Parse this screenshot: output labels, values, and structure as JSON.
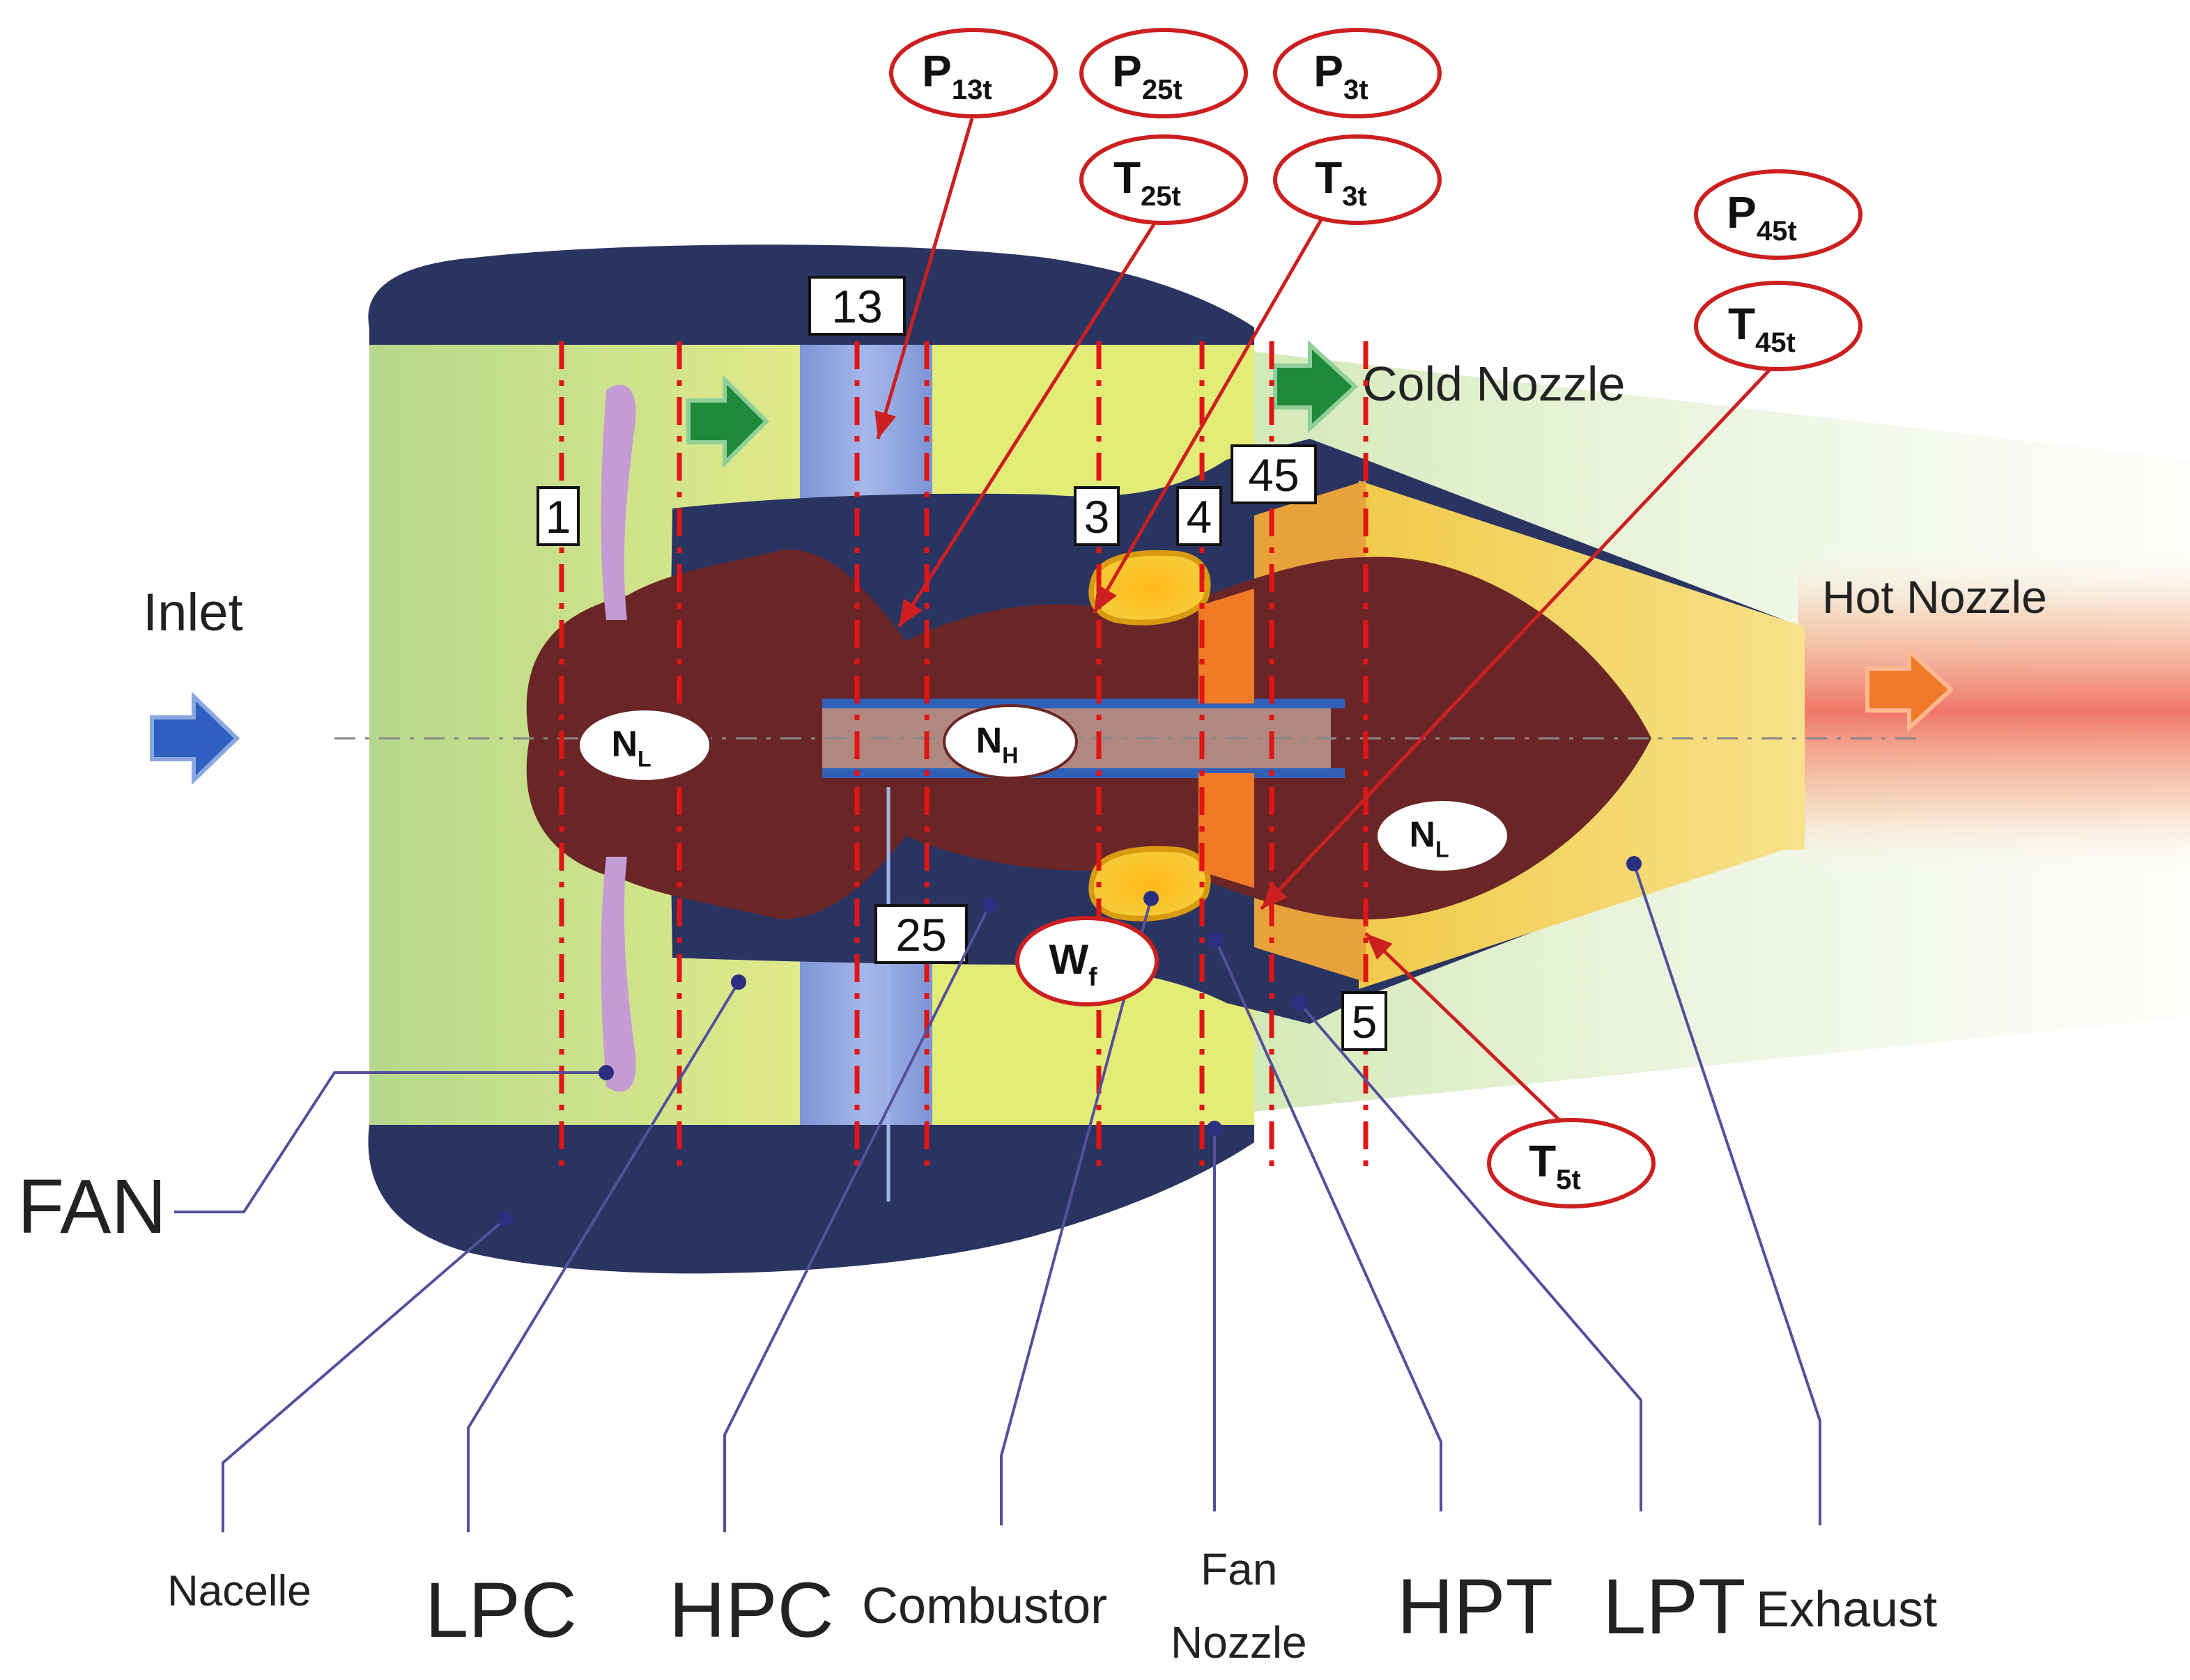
{
  "colors": {
    "nacelle": "#2a3461",
    "core": "#6a2626",
    "fan_duct": "#cfe07a",
    "bypass_band": "#8ea3dd",
    "station_line": "#e01515",
    "sensor_outline": "#cc1f1f",
    "leader": "#54509a",
    "inlet_arrow": "#2f5fc0",
    "cold_arrow": "#1e8a3a",
    "hot_arrow": "#f07a2a",
    "hot_plume": "#f07a6a",
    "cold_plume": "#d8eac0",
    "exhaust_cone": "#f4c84a"
  },
  "flow_labels": {
    "inlet": "Inlet",
    "cold_nozzle": "Cold Nozzle",
    "hot_nozzle": "Hot Nozzle"
  },
  "icons": {
    "inlet_arrow": "arrow-right-icon",
    "bypass_arrow": "arrow-right-icon",
    "cold_nozzle_arrow": "arrow-right-icon",
    "hot_nozzle_arrow": "arrow-right-icon"
  },
  "stations": [
    {
      "id": "s1",
      "label": "1"
    },
    {
      "id": "s13",
      "label": "13"
    },
    {
      "id": "s25",
      "label": "25"
    },
    {
      "id": "s3",
      "label": "3"
    },
    {
      "id": "s4",
      "label": "4"
    },
    {
      "id": "s45",
      "label": "45"
    },
    {
      "id": "s5",
      "label": "5"
    }
  ],
  "sensors": [
    {
      "id": "p13t",
      "main": "P",
      "sub": "13t"
    },
    {
      "id": "p25t",
      "main": "P",
      "sub": "25t"
    },
    {
      "id": "p3t",
      "main": "P",
      "sub": "3t"
    },
    {
      "id": "t25t",
      "main": "T",
      "sub": "25t"
    },
    {
      "id": "t3t",
      "main": "T",
      "sub": "3t"
    },
    {
      "id": "p45t",
      "main": "P",
      "sub": "45t"
    },
    {
      "id": "t45t",
      "main": "T",
      "sub": "45t"
    },
    {
      "id": "t5t",
      "main": "T",
      "sub": "5t"
    },
    {
      "id": "wf",
      "main": "W",
      "sub": "f"
    },
    {
      "id": "nl_front",
      "main": "N",
      "sub": "L"
    },
    {
      "id": "nh",
      "main": "N",
      "sub": "H"
    },
    {
      "id": "nl_rear",
      "main": "N",
      "sub": "L"
    }
  ],
  "components": {
    "fan": "FAN",
    "nacelle": "Nacelle",
    "lpc": "LPC",
    "hpc": "HPC",
    "combustor": "Combustor",
    "fan_nozzle_line1": "Fan",
    "fan_nozzle_line2": "Nozzle",
    "hpt": "HPT",
    "lpt": "LPT",
    "exhaust": "Exhaust"
  }
}
